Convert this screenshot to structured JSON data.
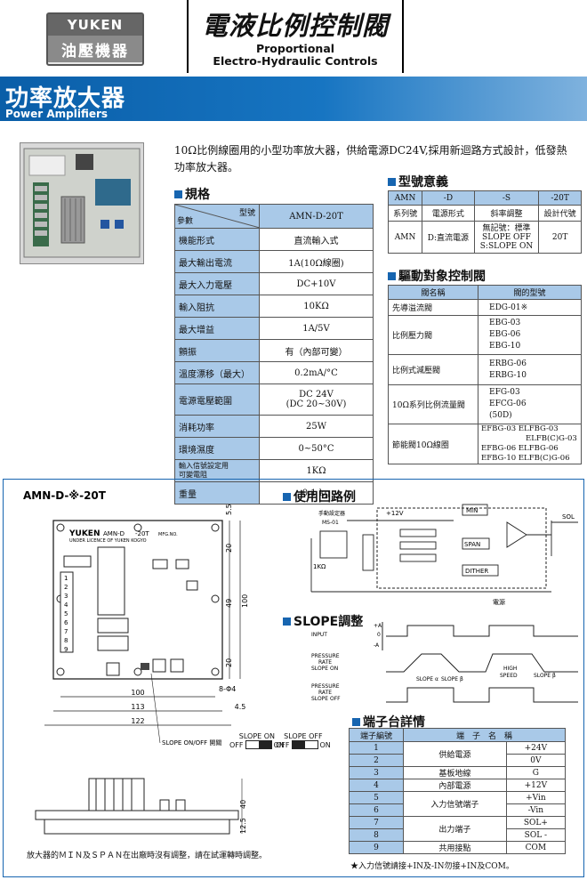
{
  "logo": {
    "brand": "YUKEN",
    "name": "油壓機器"
  },
  "header": {
    "title_cn": "電液比例控制閥",
    "title_en_1": "Proportional",
    "title_en_2": "Electro-Hydraulic Controls"
  },
  "band": {
    "title_cn": "功率放大器",
    "title_en": "Power Amplifiers"
  },
  "intro": "10Ω比例線圈用的小型功率放大器，供給電源DC24V,採用新迴路方式設計，低發熱功率放大器。",
  "spec": {
    "title": "規格",
    "header_param": "參數",
    "header_model_tag": "型號",
    "header_model": "AMN-D-20T",
    "rows": [
      {
        "k": "機能形式",
        "v": "直流輸入式"
      },
      {
        "k": "最大輸出電流",
        "v": "1A(10Ω線圈)"
      },
      {
        "k": "最大入力電壓",
        "v": "DC+10V"
      },
      {
        "k": "輸入阻抗",
        "v": "10KΩ"
      },
      {
        "k": "最大增益",
        "v": "1A/5V"
      },
      {
        "k": "顫振",
        "v": "有（內部可變）"
      },
      {
        "k": "溫度漂移（最大）",
        "v": "0.2mA/°C"
      },
      {
        "k": "電源電壓範圍",
        "v": "DC 24V",
        "v2": "(DC 20~30V)"
      },
      {
        "k": "消耗功率",
        "v": "25W"
      },
      {
        "k": "環境濕度",
        "v": "0~50°C"
      },
      {
        "k": "輸入信號設定用",
        "k2": "可變電阻",
        "v": "1KΩ"
      },
      {
        "k": "重量",
        "v": "0.1 kg"
      }
    ]
  },
  "model": {
    "title": "型號意義",
    "top": [
      "AMN",
      "-D",
      "-S",
      "-20T"
    ],
    "mid": [
      "系列號",
      "電源形式",
      "斜率調整",
      "設計代號"
    ],
    "bot": [
      "AMN",
      "D:直流電源",
      "無記號：標準",
      "SLOPE OFF",
      "S:SLOPE ON",
      "20T"
    ]
  },
  "drive": {
    "title": "驅動對象控制閥",
    "h1": "閥名稱",
    "h2": "閥的型號",
    "rows": [
      {
        "name": "先導溢流閥",
        "types": [
          "EDG-01※"
        ]
      },
      {
        "name": "比例壓力閥",
        "types": [
          "EBG-03",
          "EBG-06",
          "EBG-10"
        ]
      },
      {
        "name": "比例式減壓閥",
        "types": [
          "ERBG-06",
          "ERBG-10"
        ]
      },
      {
        "name": "10Ω系列比例流量閥",
        "types": [
          "EFG-03",
          "EFCG-06",
          "(50D)"
        ]
      },
      {
        "name": "節能閥10Ω線圈",
        "types": [
          "EFBG-03  ELFBG-03",
          "ELFB(C)G-03",
          "EFBG-06  ELFBG-06",
          "EFBG-10  ELFB(C)G-06"
        ]
      }
    ]
  },
  "drawing": {
    "model_label": "AMN-D-※-20T",
    "board_brand": "YUKEN",
    "board_model": "AMN-D",
    "board_model2": "-20T",
    "board_no": "MFG.NO.",
    "board_license": "UNDER LICENCE OF YUKEN KOGYO",
    "dims_h": [
      "100",
      "113",
      "122"
    ],
    "dims_v": [
      "5.5",
      "20",
      "49",
      "100",
      "20",
      "40",
      "12.5"
    ],
    "dims_misc": [
      "8-Φ4",
      "4.5"
    ],
    "slope_label": "SLOPE ON/OFF 開關",
    "slope_on": "SLOPE ON",
    "slope_off": "SLOPE OFF",
    "off": "OFF",
    "on": "ON",
    "note": "放大器的ＭＩＮ及ＳＰＡＮ在出廠時沒有調整，請在試運轉時調整。"
  },
  "circuit": {
    "title": "使用回路例",
    "labels": [
      "+12V",
      "MIN",
      "SPAN",
      "DITHER",
      "SOL",
      "1KΩ",
      "手動設定器",
      "MS-01",
      "電源"
    ]
  },
  "slope": {
    "title": "SLOPE調整",
    "input": "INPUT",
    "plus_a": "+A",
    "zero": "0",
    "minus_a": "-A",
    "pr_on": [
      "PRESSURE",
      "RATE",
      "SLOPE ON"
    ],
    "pr_off": [
      "PRESSURE",
      "RATE",
      "SLOPE OFF"
    ],
    "slope_a": "SLOPE α",
    "slope_b": "SLOPE β",
    "high": "HIGH",
    "speed": "SPEED"
  },
  "terminal": {
    "title": "端子台詳情",
    "h1": "端子編號",
    "h2": "端　子　名　稱",
    "rows": [
      {
        "no": "1",
        "name": "供給電源",
        "sig": "+24V"
      },
      {
        "no": "2",
        "name": "",
        "sig": "0V"
      },
      {
        "no": "3",
        "name": "基板地線",
        "sig": "G"
      },
      {
        "no": "4",
        "name": "內部電源",
        "sig": "+12V"
      },
      {
        "no": "5",
        "name": "入力信號端子",
        "sig": "+Vin"
      },
      {
        "no": "6",
        "name": "",
        "sig": "-Vin"
      },
      {
        "no": "7",
        "name": "出力端子",
        "sig": "SOL+"
      },
      {
        "no": "8",
        "name": "",
        "sig": "SOL -"
      },
      {
        "no": "9",
        "name": "共用接點",
        "sig": "COM"
      }
    ],
    "note": "★入力信號請接+IN及-IN勿接+IN及COM。"
  }
}
